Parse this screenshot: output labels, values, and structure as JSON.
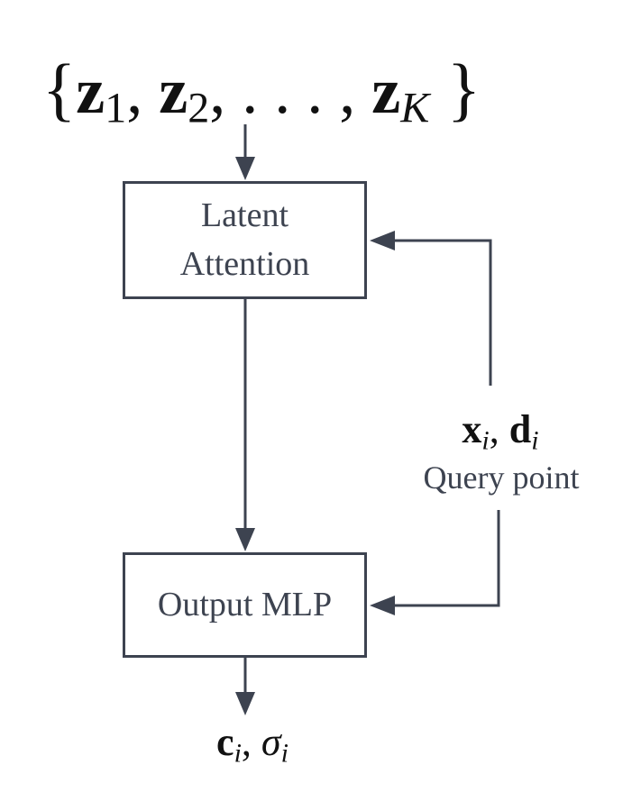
{
  "latents": {
    "symbol": "z",
    "sub1": "1",
    "sub2": "2",
    "subK": "K",
    "ellipsis": ". . ."
  },
  "boxes": {
    "latent_attention": {
      "line1": "Latent",
      "line2": "Attention"
    },
    "output_mlp": {
      "label": "Output MLP"
    }
  },
  "query": {
    "x": "x",
    "d": "d",
    "sub": "i",
    "label": "Query point"
  },
  "output": {
    "c": "c",
    "sigma": "σ",
    "sub": "i"
  },
  "colors": {
    "stroke": "#3d4350",
    "text": "#3d4350",
    "math": "#111111"
  }
}
